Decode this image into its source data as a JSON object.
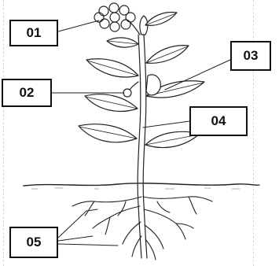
{
  "labels": {
    "l01": "01",
    "l02": "02",
    "l03": "03",
    "l04": "04",
    "l05": "05"
  },
  "colors": {
    "line": "#222222",
    "border": "#111111",
    "background": "#ffffff"
  }
}
